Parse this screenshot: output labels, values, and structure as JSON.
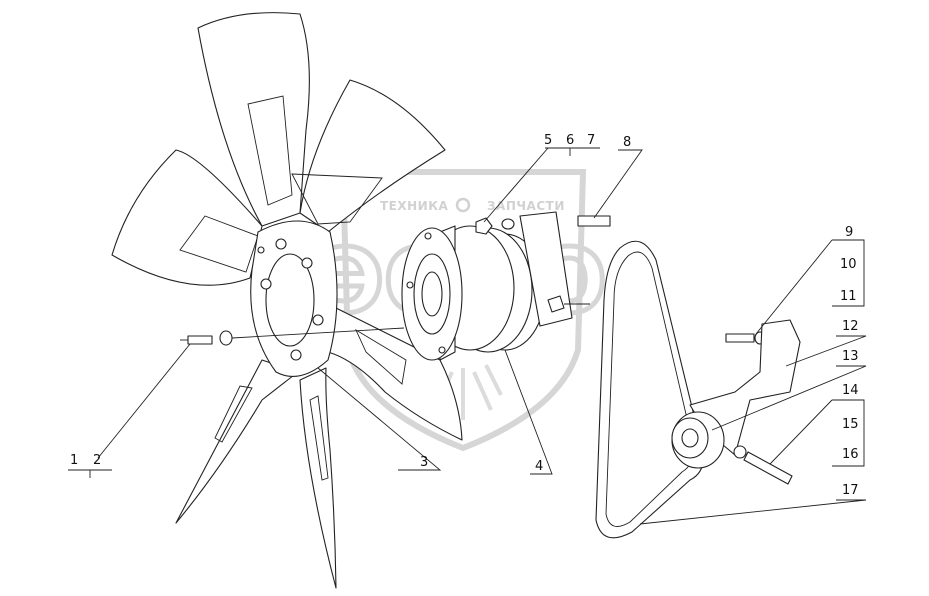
{
  "watermark": {
    "text_left": "ТЕХНИКА",
    "text_right": "ЗАПЧАСТИ",
    "brand": "ЭОЛО",
    "color": "#d4d4d4"
  },
  "callouts": {
    "c1": "1",
    "c2": "2",
    "c3": "3",
    "c4": "4",
    "c5": "5",
    "c6": "6",
    "c7": "7",
    "c8": "8",
    "c9": "9",
    "c10": "10",
    "c11": "11",
    "c12": "12",
    "c13": "13",
    "c14": "14",
    "c15": "15",
    "c16": "16",
    "c17": "17"
  },
  "colors": {
    "line": "#222222",
    "background": "#ffffff"
  }
}
